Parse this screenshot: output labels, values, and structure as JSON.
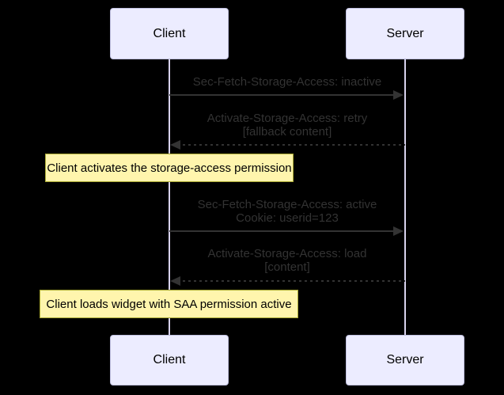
{
  "diagram_type": "sequence",
  "colors": {
    "background": "#000000",
    "actor_fill": "#ECECFF",
    "actor_border": "#BFBFDF",
    "actor_text": "#000000",
    "lifeline": "#D8D3EE",
    "message_text": "#333333",
    "arrow": "#333333",
    "note_fill": "#FFF5AD",
    "note_border": "#AAAA33",
    "note_text": "#000000"
  },
  "actors": [
    {
      "id": "client",
      "label": "Client"
    },
    {
      "id": "server",
      "label": "Server"
    }
  ],
  "messages": [
    {
      "from": "Client",
      "to": "Server",
      "style": "solid",
      "direction": "right",
      "lines": [
        "Sec-Fetch-Storage-Access: inactive"
      ]
    },
    {
      "from": "Server",
      "to": "Client",
      "style": "dotted",
      "direction": "left",
      "lines": [
        "Activate-Storage-Access: retry",
        "[fallback content]"
      ]
    },
    {
      "from": "Client",
      "to": "Server",
      "style": "solid",
      "direction": "right",
      "lines": [
        "Sec-Fetch-Storage-Access: active",
        "Cookie: userid=123"
      ]
    },
    {
      "from": "Server",
      "to": "Client",
      "style": "dotted",
      "direction": "left",
      "lines": [
        "Activate-Storage-Access: load",
        "[content]"
      ]
    }
  ],
  "notes": [
    {
      "over": "Client",
      "text": "Client activates the storage-access permission"
    },
    {
      "over": "Client",
      "text": "Client loads widget with SAA permission active"
    }
  ]
}
